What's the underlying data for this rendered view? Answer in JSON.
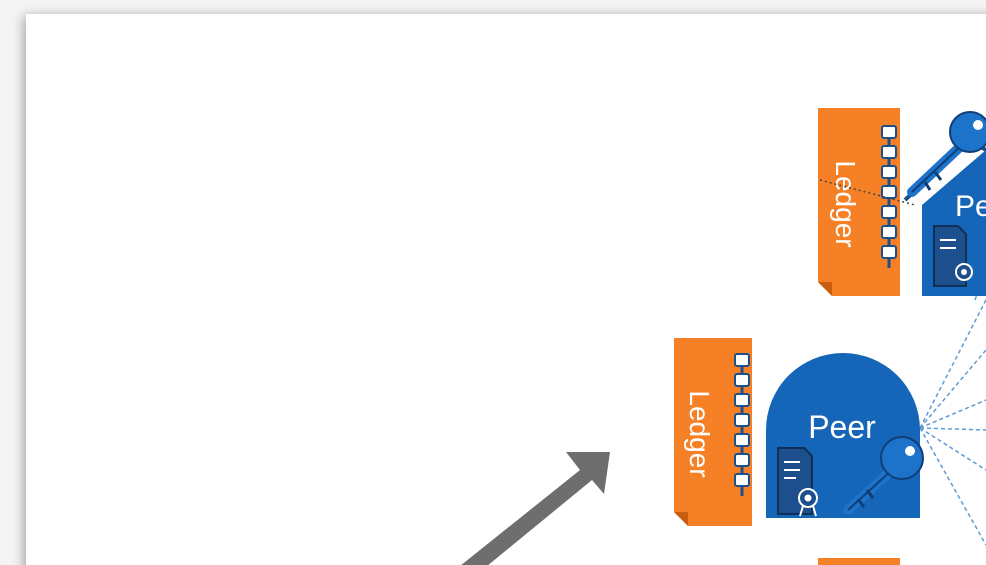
{
  "diagram": {
    "ledgers": [
      {
        "label": "Ledger"
      },
      {
        "label": "Ledger"
      },
      {
        "label": ""
      }
    ],
    "peers": [
      {
        "label": "Pe"
      },
      {
        "label": "Peer"
      }
    ],
    "icons": [
      "key-icon",
      "certificate-icon",
      "chain-icon",
      "arrow-icon"
    ],
    "colors": {
      "ledger_orange": "#f58025",
      "peer_blue": "#1565b8",
      "dark_blue": "#1d4f8c",
      "key_blue": "#1d73c9",
      "arrow_gray": "#6e6e6e",
      "dashed_line": "#5b9bd5",
      "background": "#ffffff"
    }
  }
}
